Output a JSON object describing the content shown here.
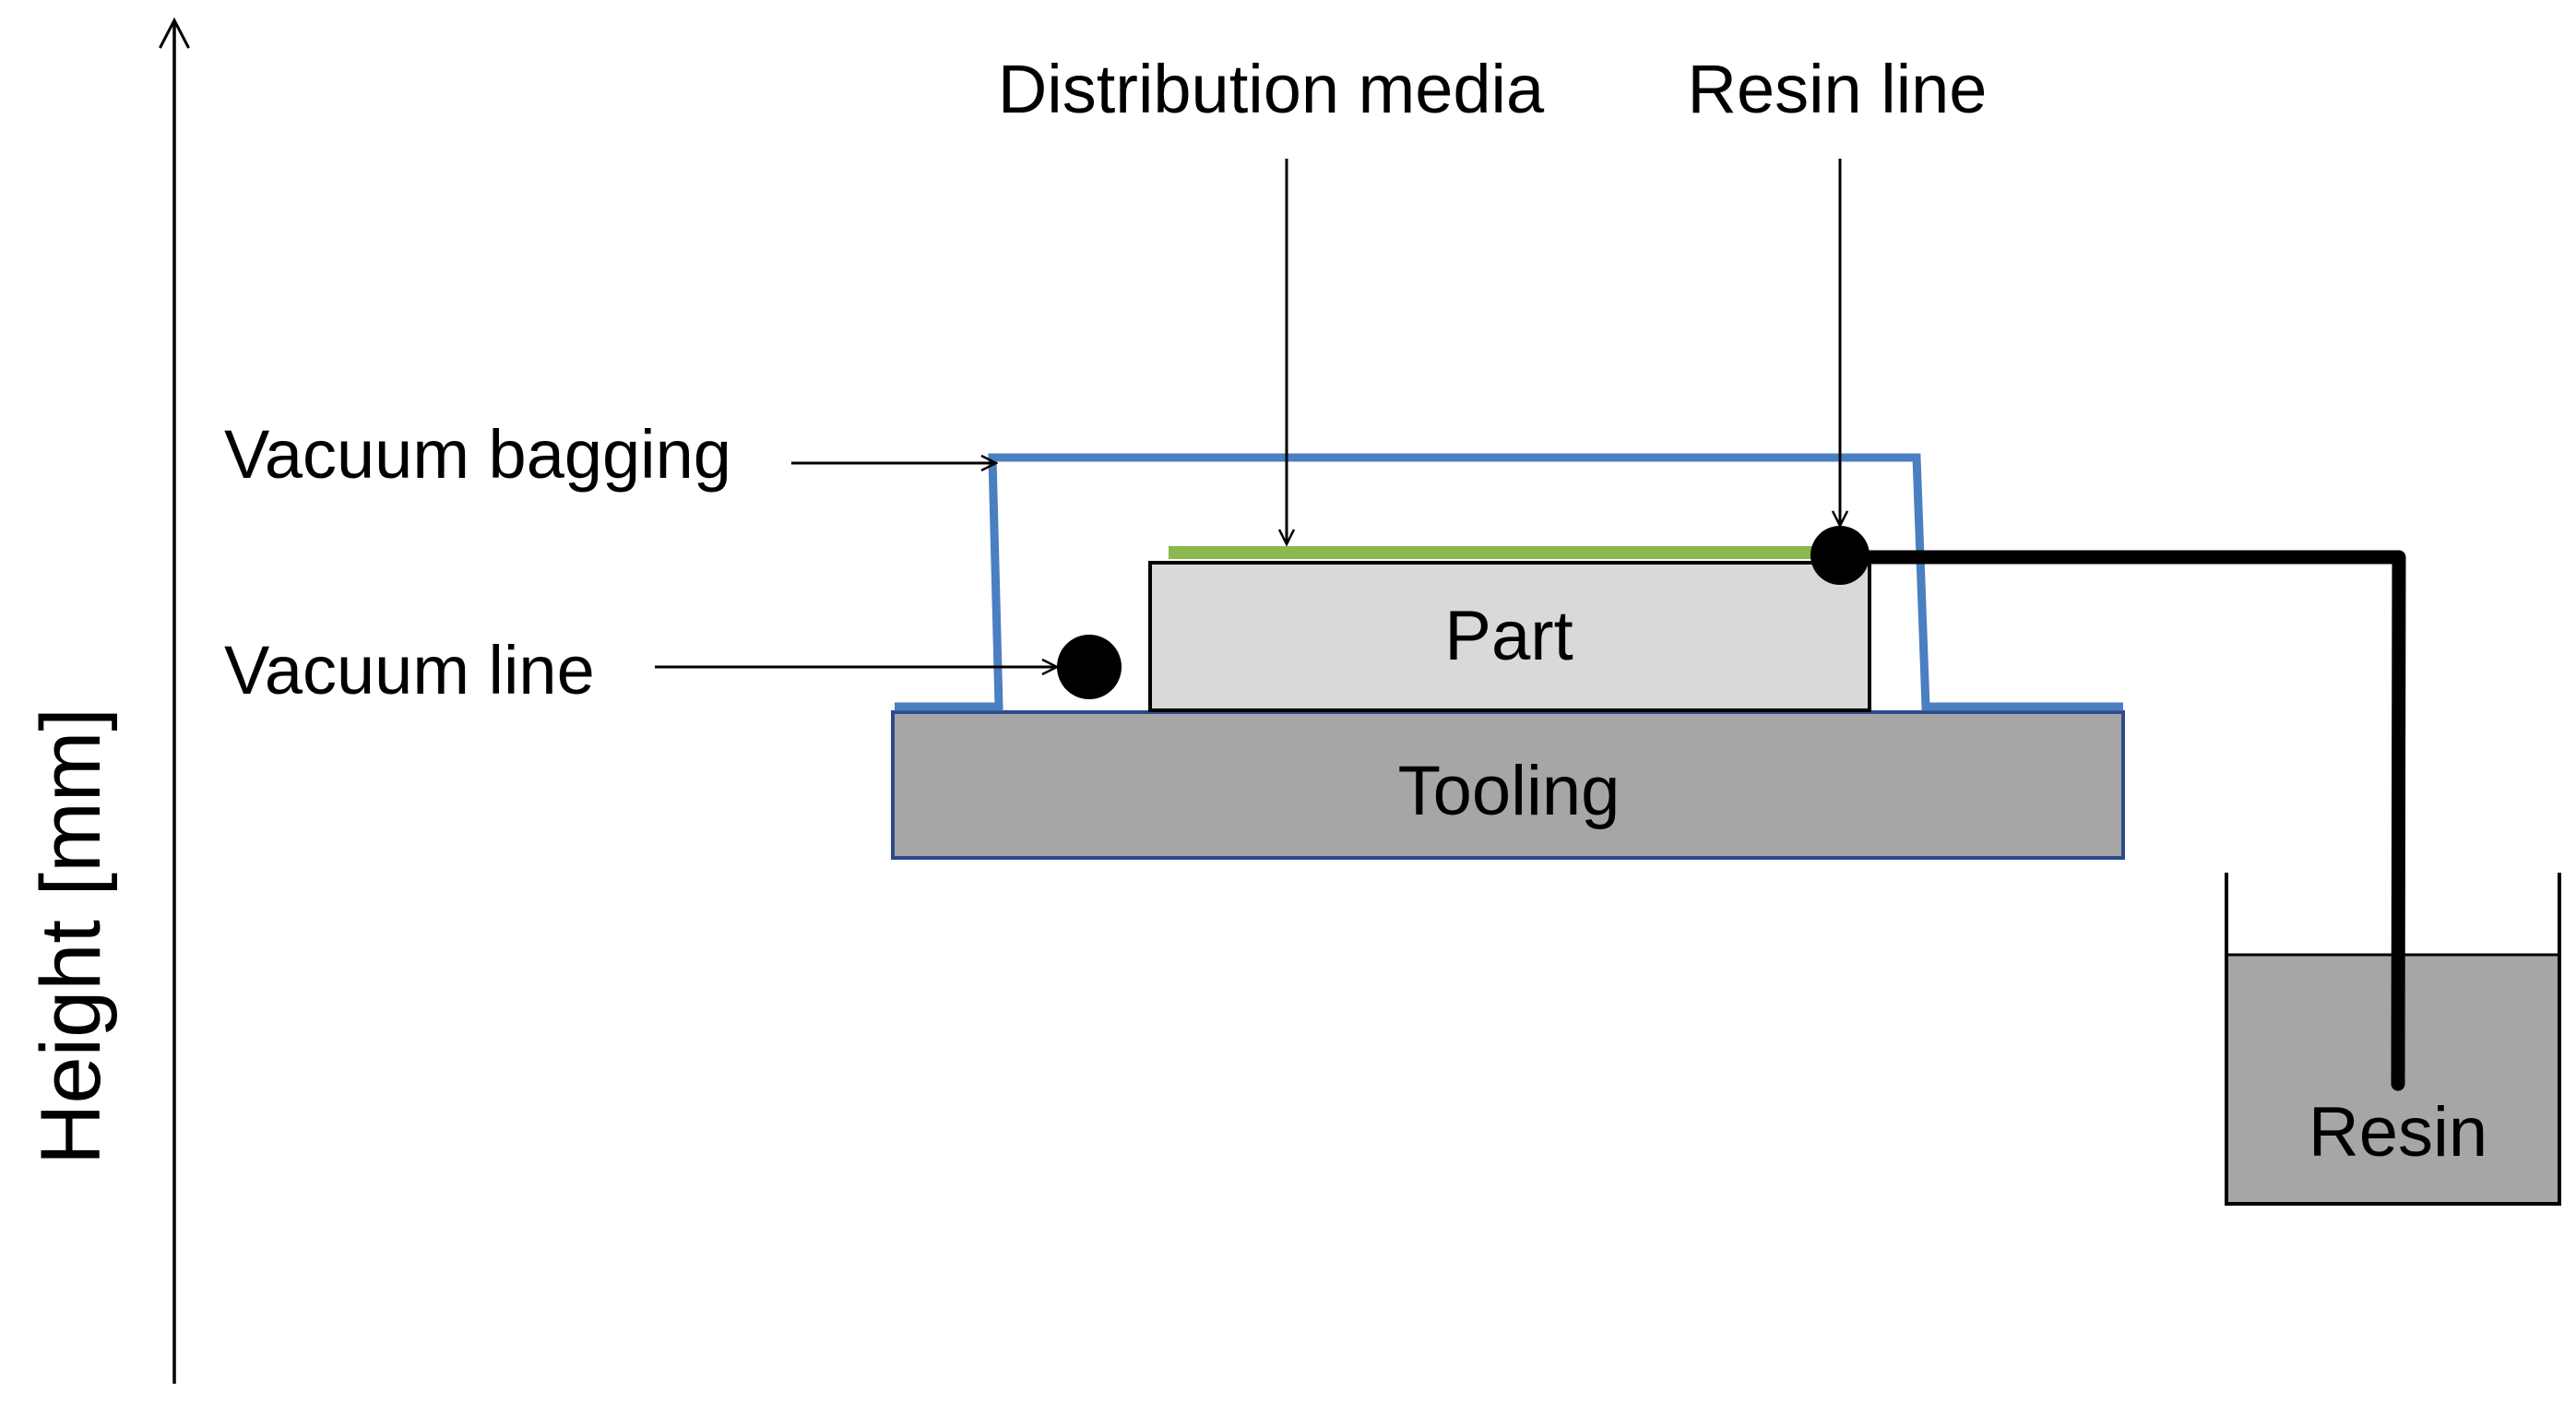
{
  "labels": {
    "distribution_media": "Distribution media",
    "resin_line": "Resin line",
    "vacuum_bagging": "Vacuum bagging",
    "vacuum_line": "Vacuum line",
    "part": "Part",
    "tooling": "Tooling",
    "resin": "Resin",
    "height_axis": "Height [mm]"
  },
  "colors": {
    "vacuum_bag": "#4a7fc1",
    "distribution_media": "#8db850",
    "part_fill": "#d9d9d9",
    "tooling_fill": "#a6a6a6",
    "resin_fill": "#a6a6a6",
    "line": "#000000"
  }
}
